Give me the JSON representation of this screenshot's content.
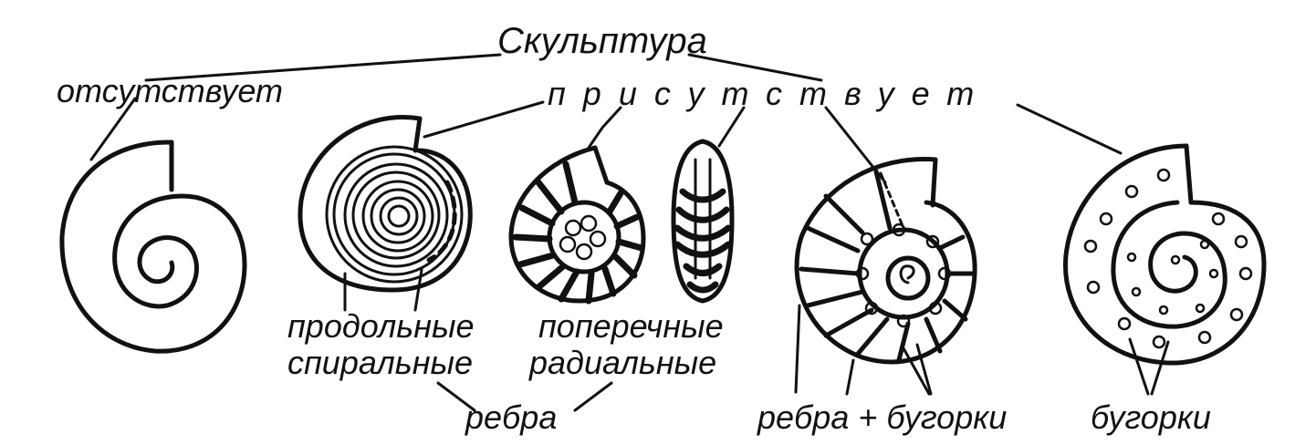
{
  "title": "Скульптура",
  "absent": "отсутствует",
  "present": "присутствует",
  "label_longitudinal": "продольные",
  "label_spiral": "спиральные",
  "label_transverse": "поперечные",
  "label_radial": "радиальные",
  "label_ribs": "ребра",
  "label_ribs_tubercles": "ребра + бугорки",
  "label_tubercles": "бугорки"
}
